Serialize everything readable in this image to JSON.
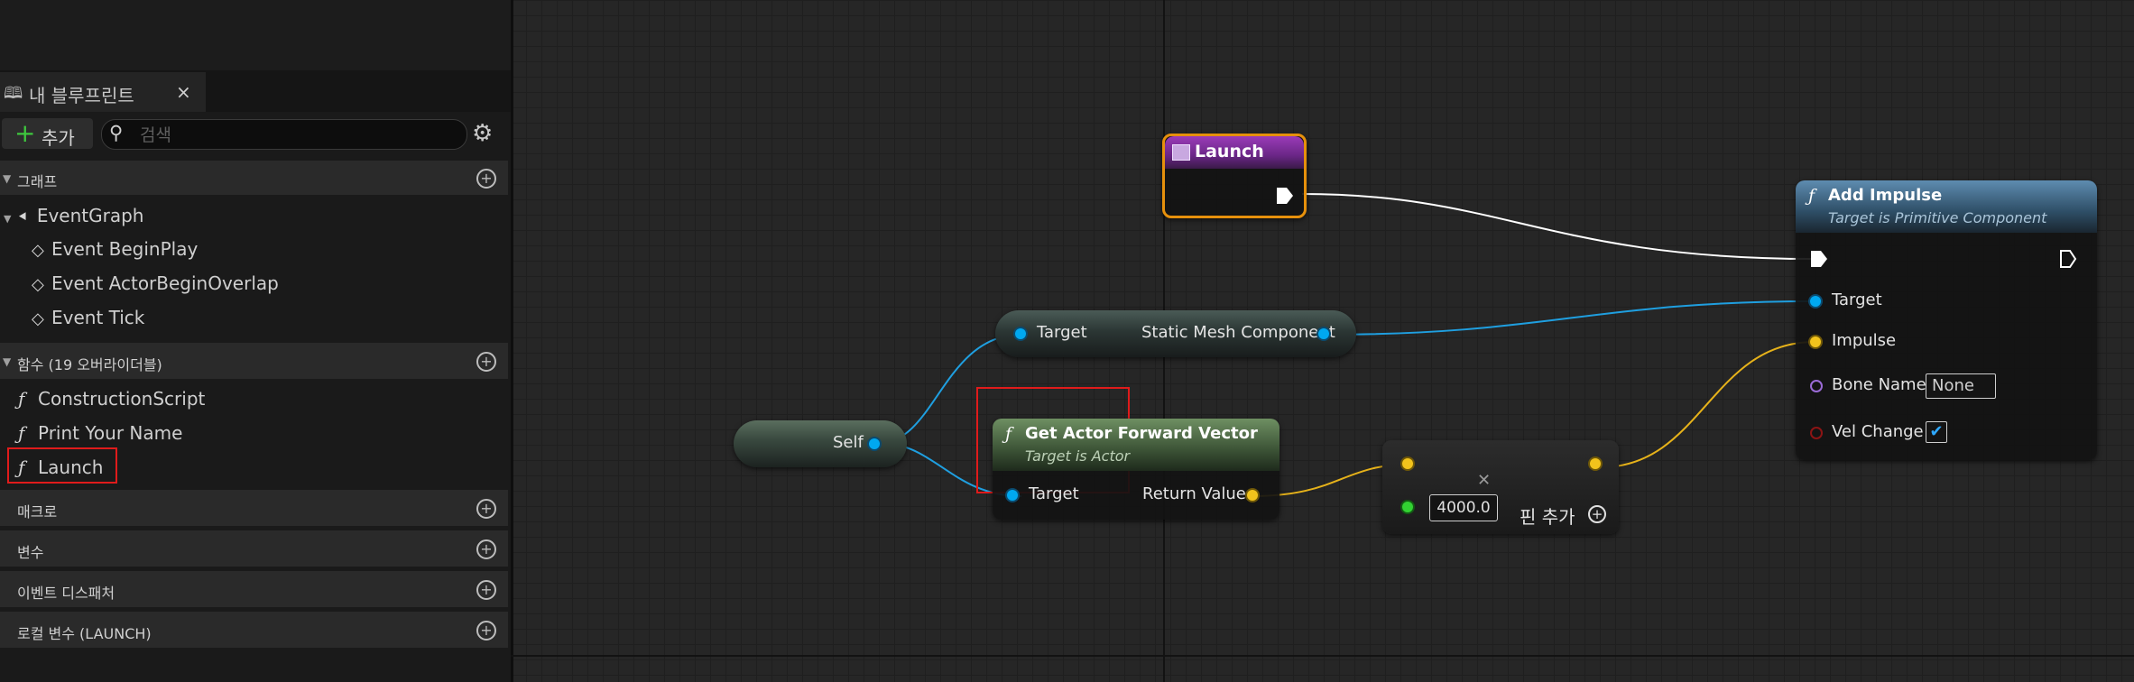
{
  "panel": {
    "tab_label": "내 블루프린트",
    "tab_icon": "book-icon",
    "close_label": "×",
    "add_button_label": "추가",
    "search_placeholder": "검색",
    "sections": [
      {
        "title": "그래프"
      },
      {
        "title": "함수 (19 오버라이더블)"
      },
      {
        "title": "매크로"
      },
      {
        "title": "변수"
      },
      {
        "title": "이벤트 디스패처"
      },
      {
        "title": "로컬 변수 (LAUNCH)"
      }
    ],
    "graph_items": {
      "event_graph": "EventGraph",
      "events": [
        "Event BeginPlay",
        "Event ActorBeginOverlap",
        "Event Tick"
      ]
    },
    "function_items": [
      "ConstructionScript",
      "Print Your Name",
      "Launch"
    ],
    "function_icon_glyph": "ƒ",
    "event_icon_glyph": "◇",
    "event_graph_icon_glyph": "⯇"
  },
  "nodes": {
    "launch_event": {
      "title": "Launch",
      "header_color": "#7b2a9a"
    },
    "get_static_mesh": {
      "target_label": "Target",
      "output_label": "Static Mesh Component"
    },
    "self_node": {
      "label": "Self"
    },
    "get_forward_vector": {
      "title": "Get Actor Forward Vector",
      "subtitle": "Target is Actor",
      "target_label": "Target",
      "return_label": "Return Value",
      "header_color": "#4f7046"
    },
    "multiply": {
      "value": "4000.0",
      "add_pin_label": "핀 추가",
      "close_glyph": "✕"
    },
    "add_impulse": {
      "title": "Add Impulse",
      "subtitle": "Target is Primitive Component",
      "target_label": "Target",
      "impulse_label": "Impulse",
      "bone_name_label": "Bone Name",
      "bone_name_value": "None",
      "vel_change_label": "Vel Change",
      "vel_change_checked": true,
      "header_color": "#3c6b8c"
    }
  },
  "colors": {
    "object_pin": "#00a8f0",
    "vector_pin": "#f2c31c",
    "float_pin": "#32d232",
    "exec_wire": "#ffffff",
    "highlight": "#e01b1b",
    "event_selected_border": "#e6900c"
  }
}
